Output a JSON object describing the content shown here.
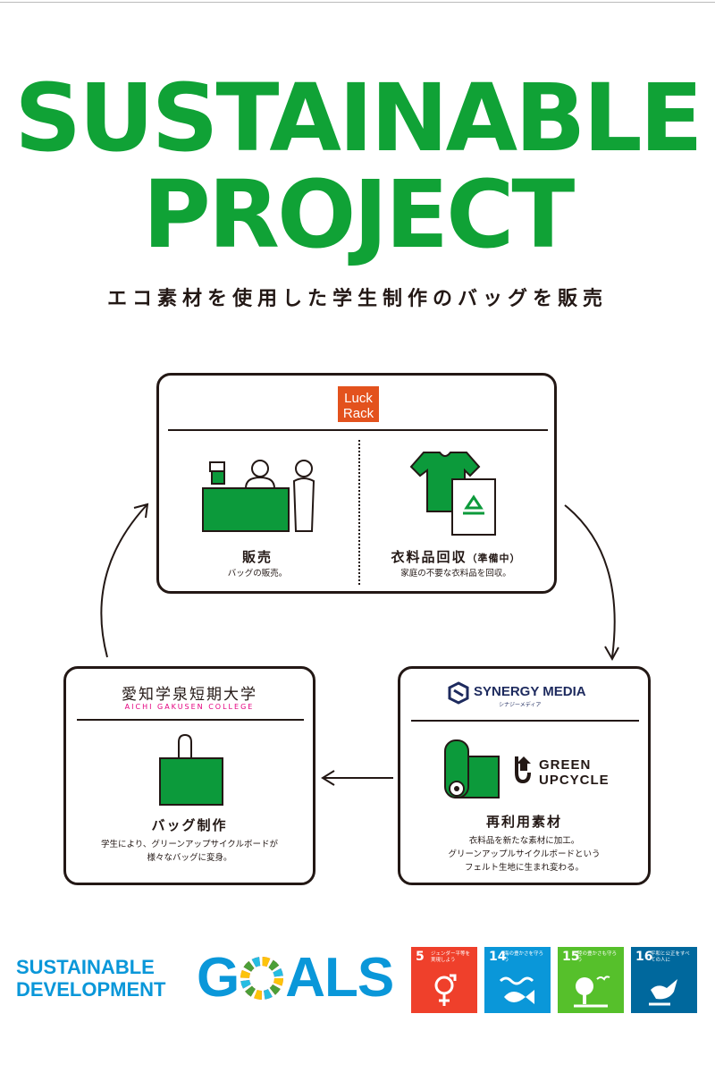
{
  "header": {
    "title_line1": "SUSTAINABLE",
    "title_line2": "PROJECT",
    "subtitle": "エコ素材を使用した学生制作のバッグを販売"
  },
  "luckrack": {
    "logo_line1": "Luck",
    "logo_line2": "Rack",
    "sales_title": "販売",
    "sales_desc": "バッグの販売。",
    "collect_title": "衣料品回収",
    "collect_note": "（準備中）",
    "collect_desc": "家庭の不要な衣料品を回収。"
  },
  "college": {
    "name_jp": "愛知学泉短期大学",
    "name_en": "AICHI GAKUSEN COLLEGE",
    "title": "バッグ制作",
    "desc_line1": "学生により、グリーンアップサイクルボードが",
    "desc_line2": "様々なバッグに変身。"
  },
  "synergy": {
    "name": "SYNERGY MEDIA",
    "name_kana": "シナジーメディア",
    "upcycle_line1": "GREEN",
    "upcycle_line2": "UPCYCLE",
    "title": "再利用素材",
    "desc_line1": "衣料品を新たな素材に加工。",
    "desc_line2": "グリーンアップルサイクルボードという",
    "desc_line3": "フェルト生地に生まれ変わる。"
  },
  "sdgs": {
    "line1": "SUSTAINABLE",
    "line2": "DEVELOPMENT",
    "goals_word_pre": "G",
    "goals_word_post": "ALS",
    "goals": [
      {
        "num": "5",
        "text": "ジェンダー平等を実現しよう",
        "color": "#ef402b"
      },
      {
        "num": "14",
        "text": "海の豊かさを守ろう",
        "color": "#0a97d9"
      },
      {
        "num": "15",
        "text": "陸の豊かさも守ろう",
        "color": "#56c02b"
      },
      {
        "num": "16",
        "text": "平和と公正をすべての人に",
        "color": "#00689d"
      }
    ]
  },
  "colors": {
    "brand_green": "#10a236",
    "sdg_blue": "#0a97d9",
    "luckrack_orange": "#e3521d",
    "college_pink": "#e4007f"
  }
}
